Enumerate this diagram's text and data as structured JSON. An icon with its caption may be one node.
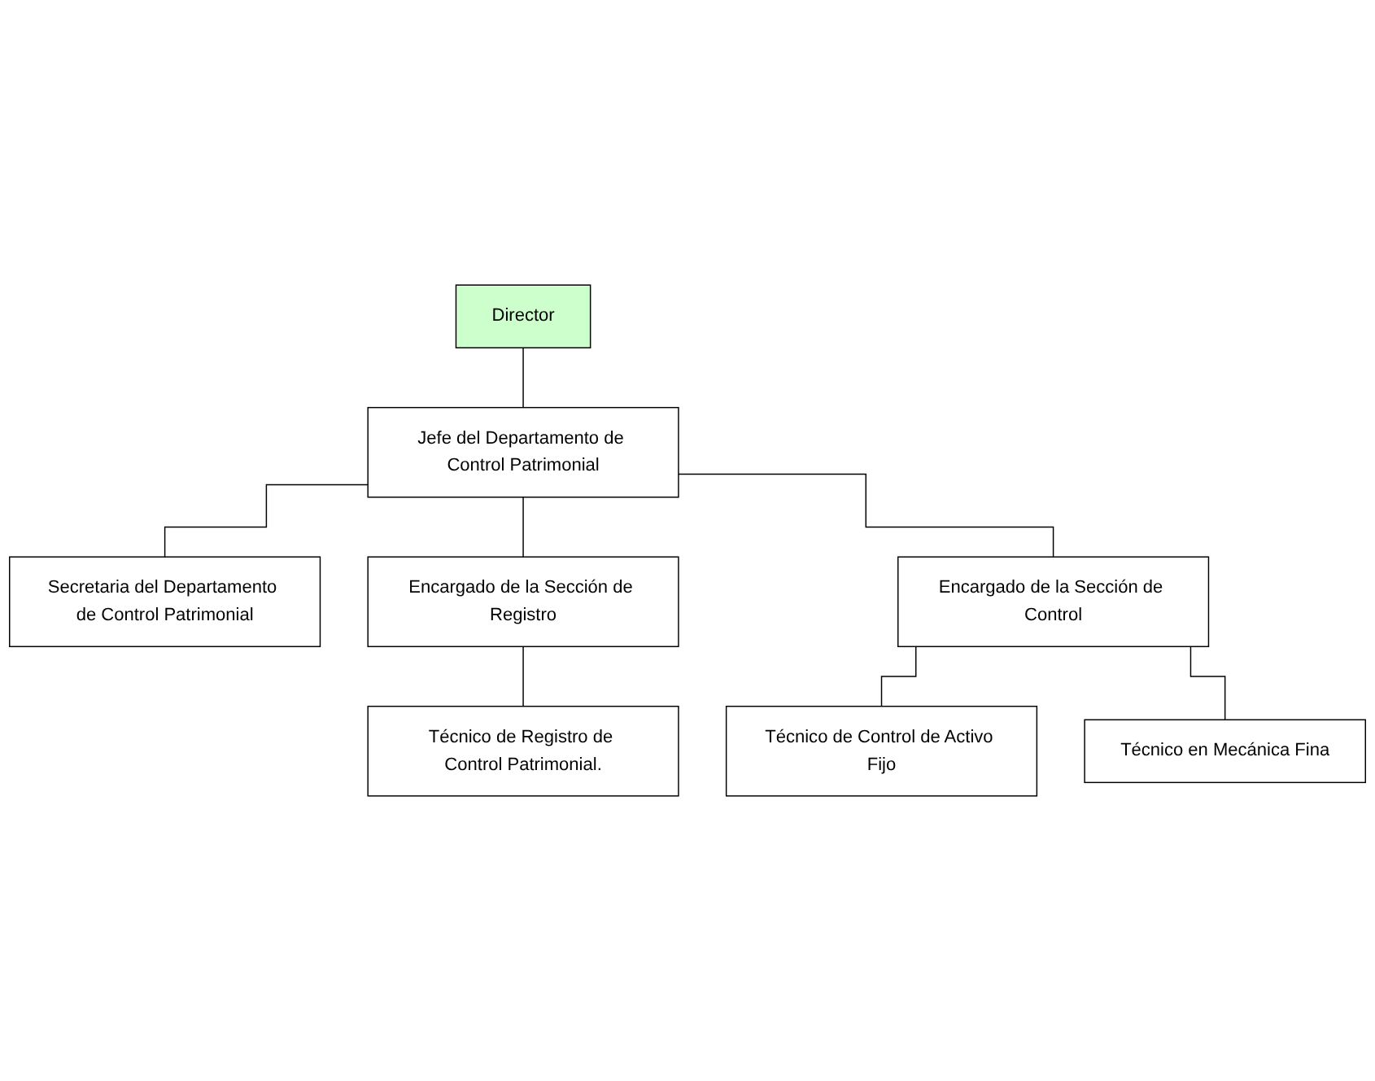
{
  "diagram": {
    "nodes": [
      {
        "text": [
          "Director"
        ]
      },
      {
        "text": [
          "Jefe del Departamento de Control Patrimonial"
        ]
      },
      {
        "text": [
          "Secretaria del Departamento de Control Patrimonial"
        ]
      },
      {
        "text": [
          "Encargado de la Sección de Registro"
        ]
      },
      {
        "text": [
          "Encargado de la Sección de Control"
        ]
      },
      {
        "text": [
          "Técnico de Registro de Control Patrimonial."
        ]
      },
      {
        "text": [
          "Técnico de Control de Activo Fijo"
        ]
      },
      {
        "text": [
          "Técnico en Mecánica Fina"
        ]
      }
    ],
    "edges": [
      {
        "from": 0,
        "to": 1,
        "arrow": "none"
      },
      {
        "from": 1,
        "to": 2,
        "arrow": "none"
      },
      {
        "from": 1,
        "to": 3,
        "arrow": "none"
      },
      {
        "from": 1,
        "to": 4,
        "arrow": "none"
      },
      {
        "from": 3,
        "to": 5,
        "arrow": "none"
      },
      {
        "from": 4,
        "to": 6,
        "arrow": "none"
      },
      {
        "from": 4,
        "to": 7,
        "arrow": "none"
      }
    ]
  }
}
